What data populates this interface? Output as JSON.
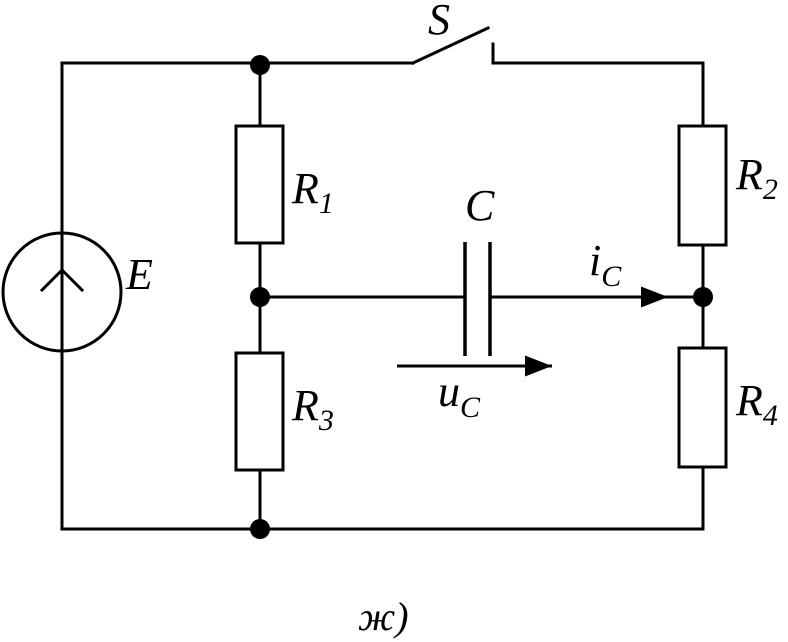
{
  "labels": {
    "switch": "S",
    "r1": {
      "main": "R",
      "sub": "1"
    },
    "r2": {
      "main": "R",
      "sub": "2"
    },
    "r3": {
      "main": "R",
      "sub": "3"
    },
    "r4": {
      "main": "R",
      "sub": "4"
    },
    "capacitor": "C",
    "source": "E",
    "current": {
      "main": "i",
      "sub": "C"
    },
    "voltage": {
      "main": "u",
      "sub": "C"
    },
    "caption": "ж)"
  }
}
